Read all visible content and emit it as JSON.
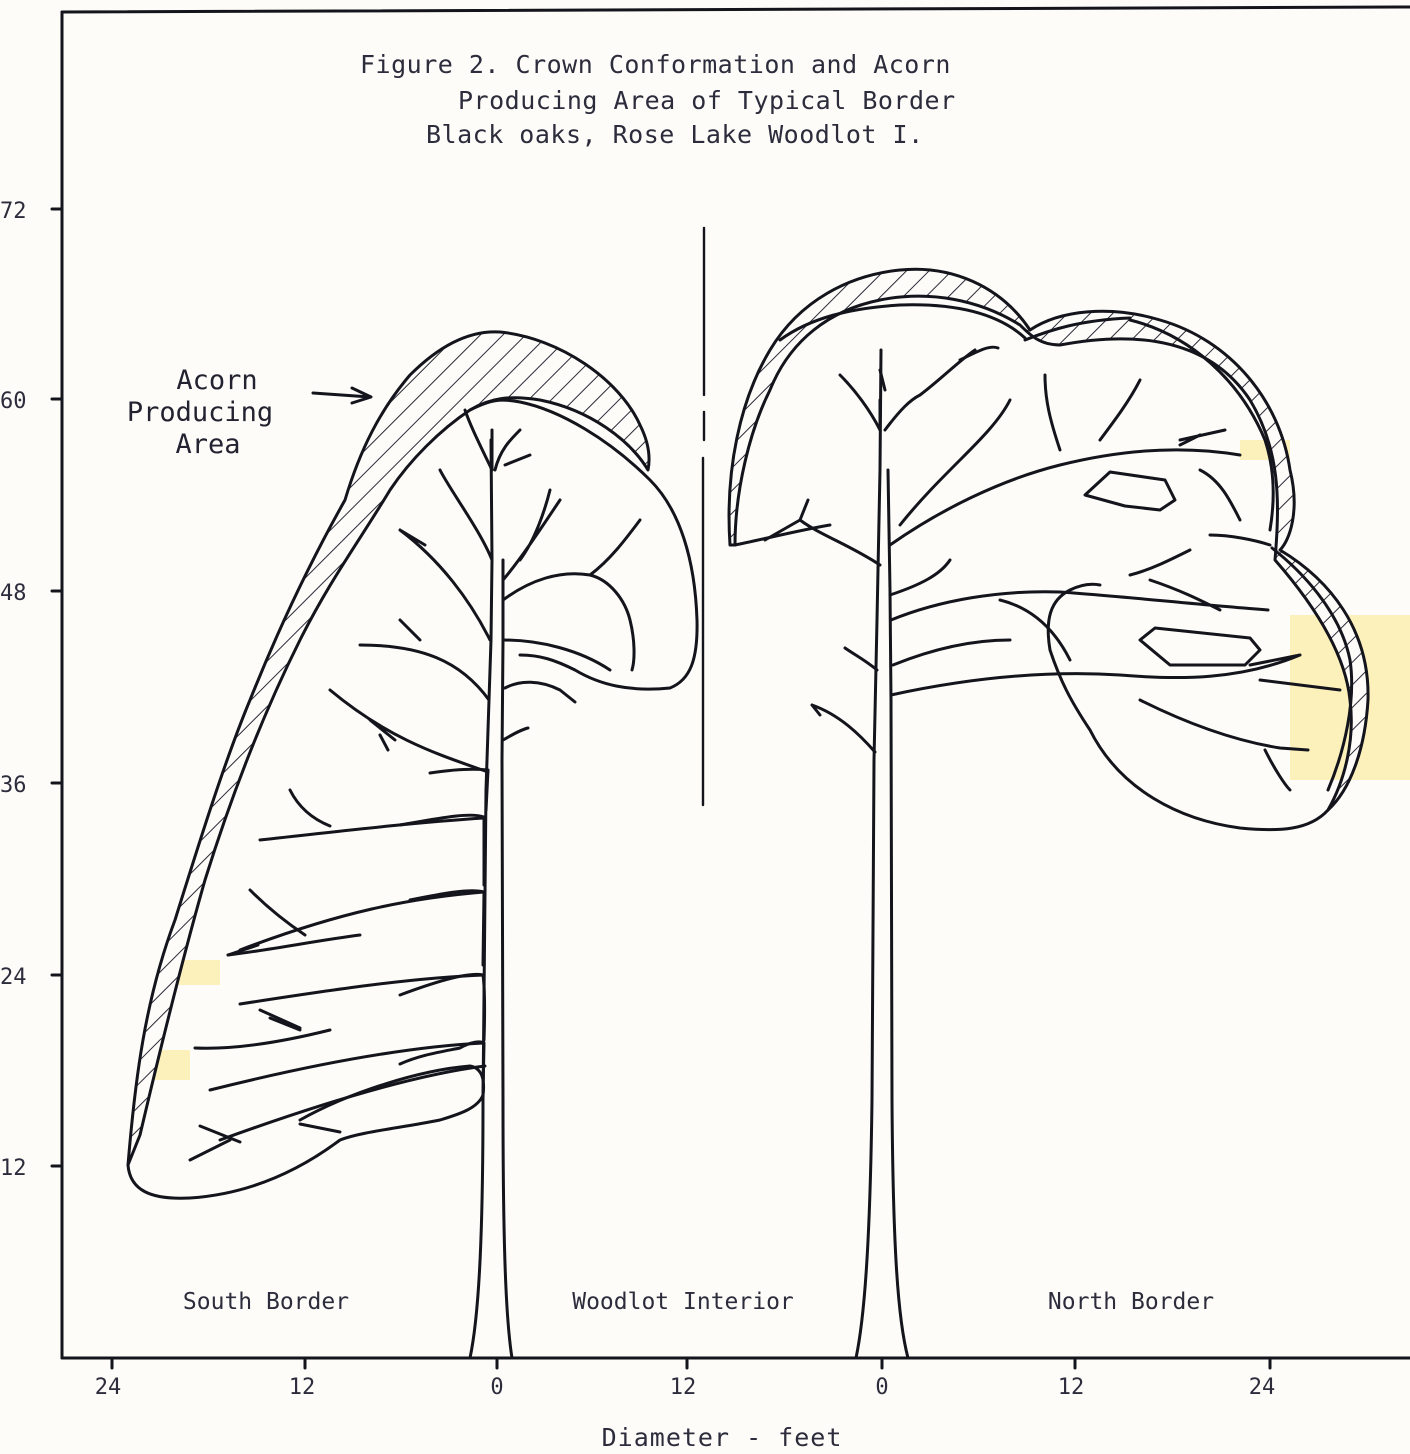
{
  "title": {
    "line1": "Figure 2. Crown Conformation and Acorn",
    "line2": "Producing Area of Typical Border",
    "line3": "Black oaks, Rose Lake Woodlot  I."
  },
  "annotation": {
    "line1": "Acorn",
    "line2": "Producing",
    "line3": "Area"
  },
  "regions": {
    "south": "South Border",
    "interior": "Woodlot Interior",
    "north": "North Border"
  },
  "x_axis": {
    "label": "Diameter  -  feet",
    "ticks": [
      "24",
      "12",
      "0",
      "12",
      "0",
      "12",
      "24"
    ]
  },
  "y_axis": {
    "ticks": [
      "72",
      "60",
      "48",
      "36",
      "24",
      "12"
    ]
  },
  "colors": {
    "ink": "#14141c",
    "paper": "#fdfcf8",
    "highlight": "#fbefb0"
  }
}
